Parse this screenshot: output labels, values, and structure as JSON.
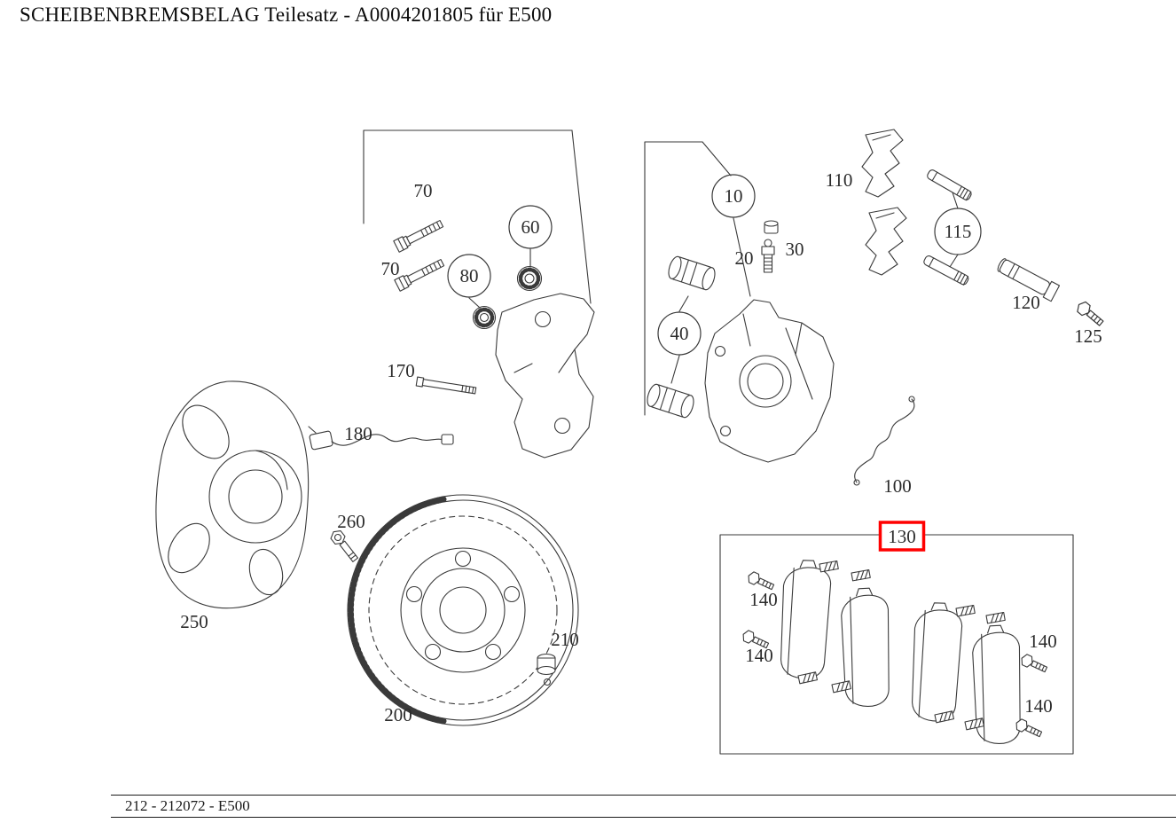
{
  "title": "SCHEIBENBREMSBELAG Teilesatz - A0004201805 für E500",
  "footer": "212 - 212072 - E500",
  "highlight_color": "#ff0000",
  "highlighted_part": "130",
  "callouts": {
    "n70a": "70",
    "n70b": "70",
    "n60": "60",
    "n80": "80",
    "n170": "170",
    "n180": "180",
    "n260": "260",
    "n250": "250",
    "n200": "200",
    "n210": "210",
    "n10": "10",
    "n20": "20",
    "n30": "30",
    "n40": "40",
    "n100": "100",
    "n110": "110",
    "n115": "115",
    "n120": "120",
    "n125": "125",
    "n130": "130",
    "n140a": "140",
    "n140b": "140",
    "n140c": "140",
    "n140d": "140"
  }
}
